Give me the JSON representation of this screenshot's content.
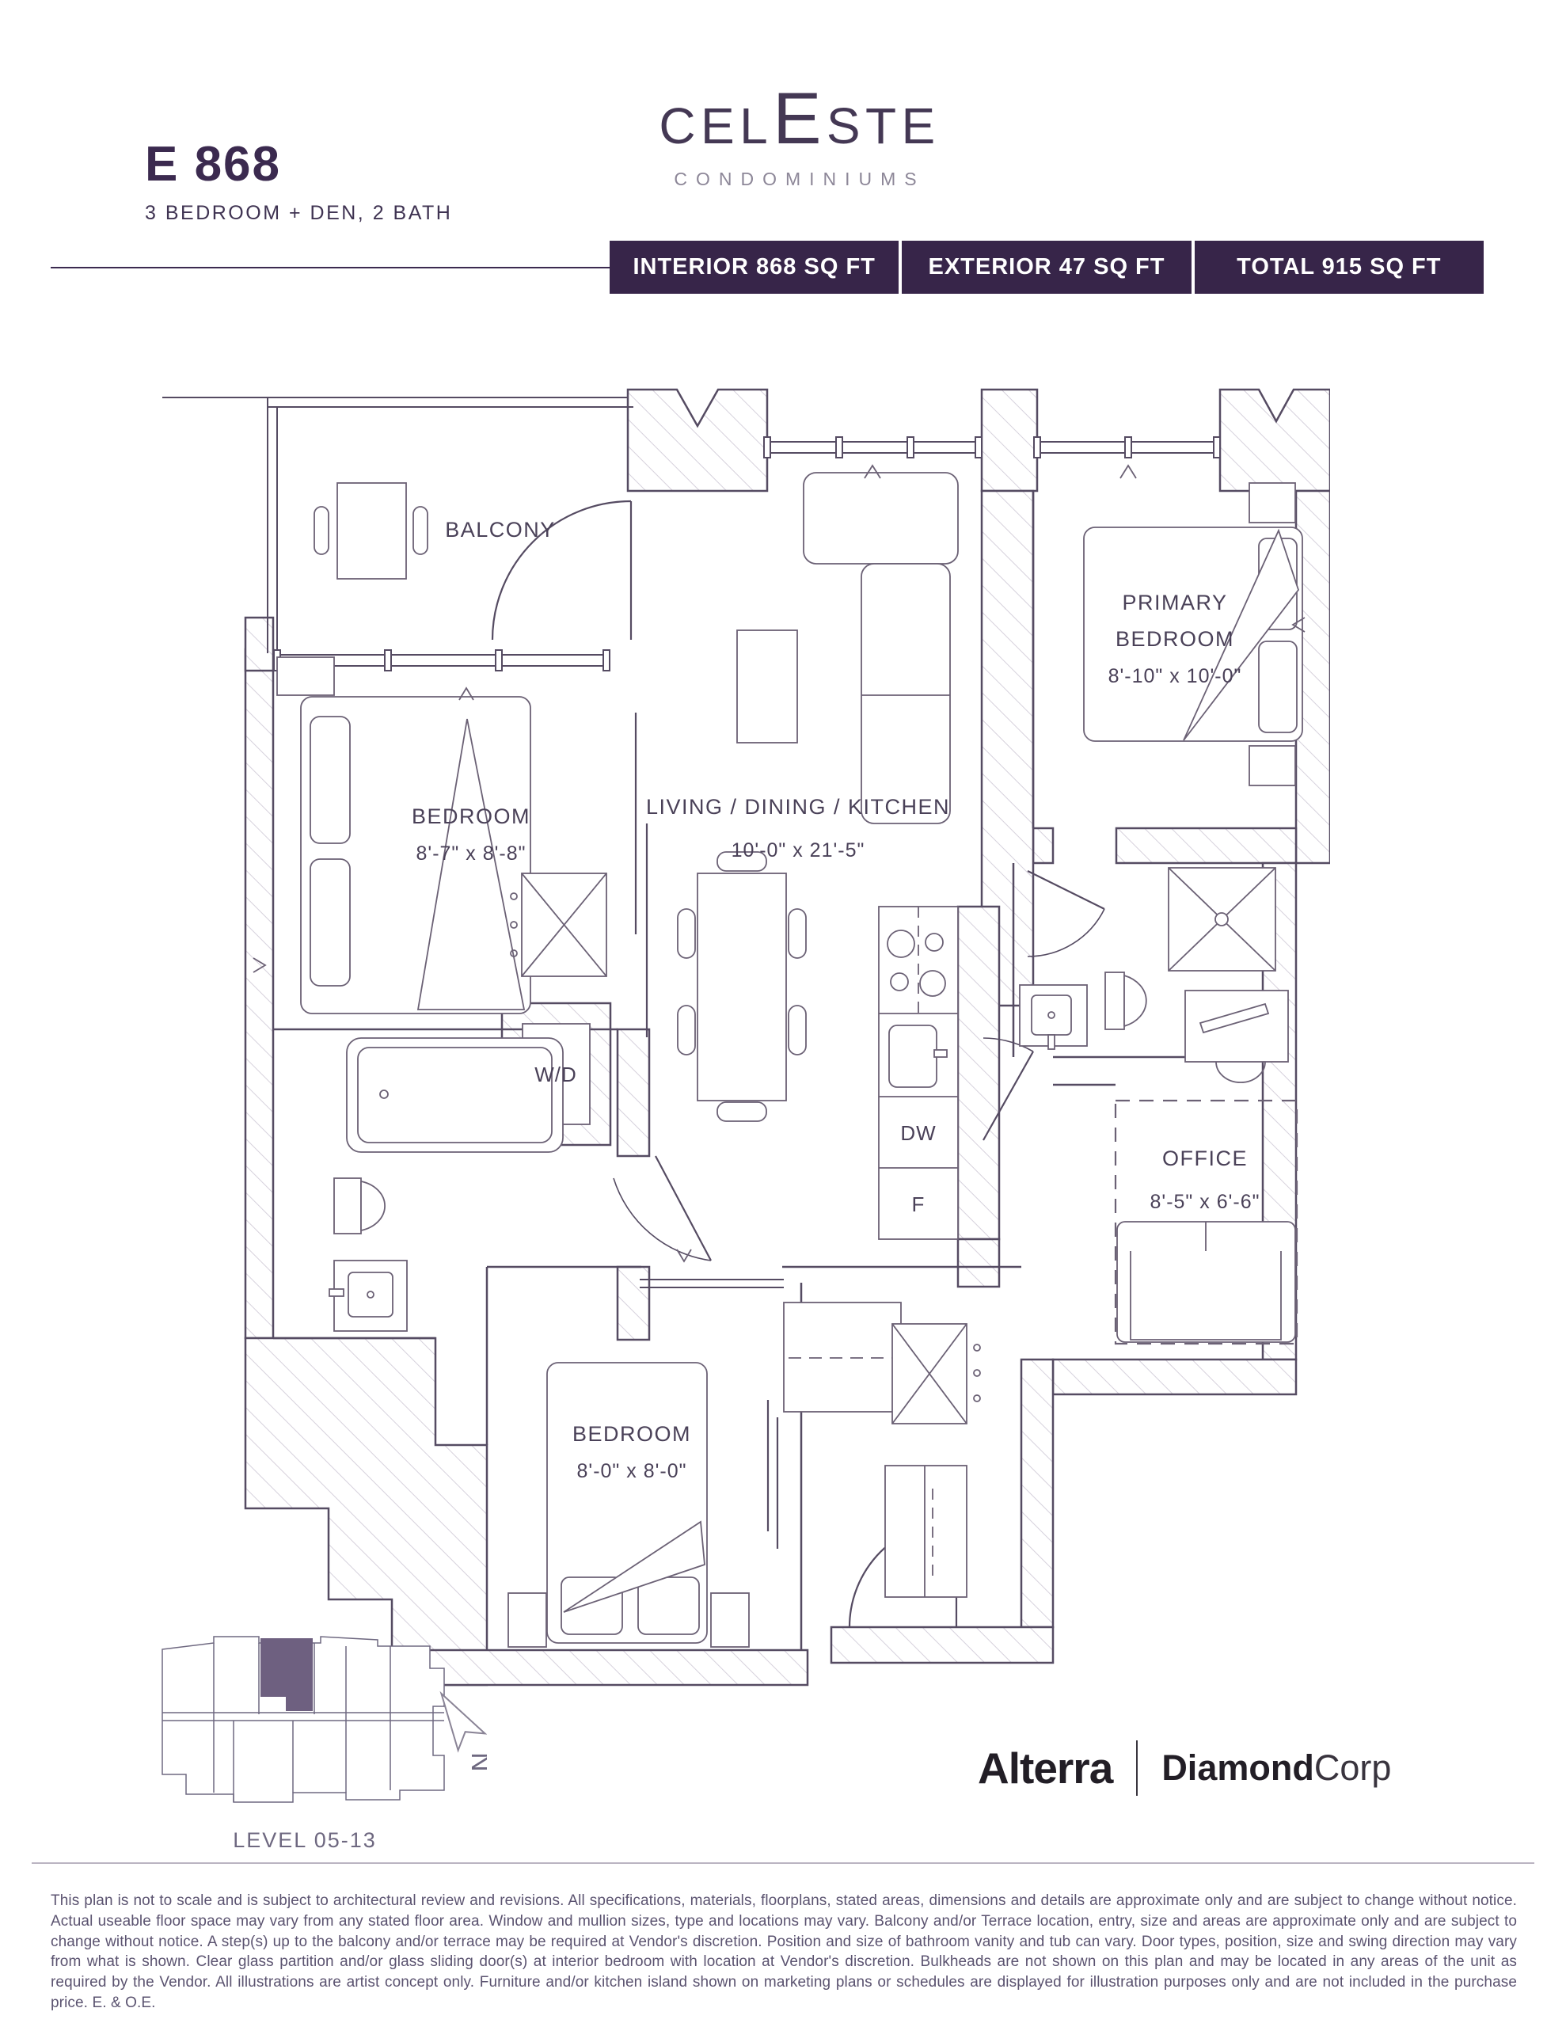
{
  "header": {
    "unit_code": "E 868",
    "unit_type": "3 BEDROOM + DEN,  2 BATH",
    "brand_prefix": "CEL",
    "brand_accent": "E",
    "brand_suffix": "STE",
    "brand_subtitle": "CONDOMINIUMS",
    "stats": {
      "interior": "INTERIOR 868 SQ FT",
      "exterior": "EXTERIOR 47 SQ FT",
      "total": "TOTAL 915 SQ FT"
    }
  },
  "plan": {
    "balcony_label": "BALCONY",
    "bedroom2_name": "BEDROOM",
    "bedroom2_dims": "8'-7\" x 8'-8\"",
    "living_name": "LIVING / DINING / KITCHEN",
    "living_dims": "10'-0\" x 21'-5\"",
    "primary_line1": "PRIMARY",
    "primary_line2": "BEDROOM",
    "primary_dims": "8'-10\" x 10'-0\"",
    "office_name": "OFFICE",
    "office_dims": "8'-5\" x 6'-6\"",
    "bedroom3_name": "BEDROOM",
    "bedroom3_dims": "8'-0\" x 8'-0\"",
    "washer_dryer_label": "W/D",
    "dishwasher_label": "DW",
    "fridge_label": "F"
  },
  "keyplan": {
    "level_label": "LEVEL 05-13",
    "north_label": "N",
    "highlight_color": "#6e6080"
  },
  "footer": {
    "developer_primary": "Alterra",
    "developer_secondary_bold": "Diamond",
    "developer_secondary_light": "Corp",
    "disclaimer": "This plan is not to scale and is subject to architectural review and revisions. All specifications, materials, floorplans, stated areas, dimensions and details are approximate only and are subject to change without notice. Actual useable floor space may vary from any stated floor area. Window and mullion sizes, type and locations may vary. Balcony and/or Terrace location, entry, size and areas are approximate only and are subject to change without notice.  A step(s) up to the balcony and/or terrace may be required at Vendor's discretion.  Position and size of bathroom vanity and tub can vary.  Door types, position, size and swing direction may vary from what is shown. Clear glass partition and/or glass sliding door(s) at interior bedroom with location at Vendor's discretion. Bulkheads are not shown on this plan and may be located in any areas of the unit as required by the Vendor. All illustrations are artist concept only. Furniture and/or kitchen island shown on marketing plans or schedules are displayed for illustration purposes only and are not included in the purchase price. E. & O.E."
  },
  "colors": {
    "brand_purple": "#3b2a4f",
    "stat_box_bg": "#372549",
    "plan_line": "#554b62",
    "hatch_line": "#d6d1dc",
    "disclaimer_text": "#5b5370"
  }
}
